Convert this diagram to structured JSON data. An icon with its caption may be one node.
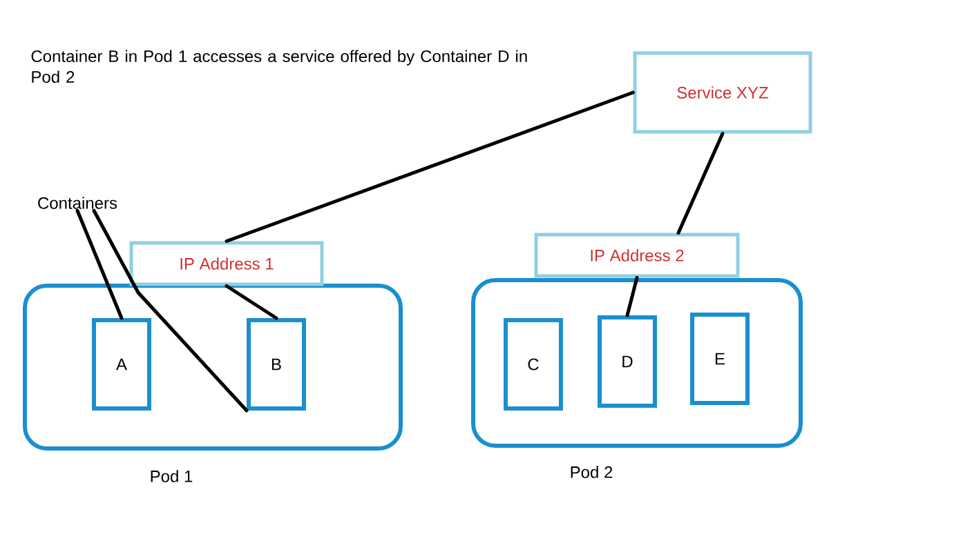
{
  "diagram": {
    "title": "Container B in Pod 1 accesses a service offered by Container D in Pod 2",
    "nodes": [
      {
        "text": [
          "Pod 1"
        ]
      },
      {
        "text": [
          "IP Address 1"
        ]
      },
      {
        "text": [
          "A"
        ],
        "in": 0
      },
      {
        "text": [
          "B"
        ],
        "in": 0
      },
      {
        "text": [
          "Pod 2"
        ]
      },
      {
        "text": [
          "IP Address 2"
        ]
      },
      {
        "text": [
          "C"
        ],
        "in": 4
      },
      {
        "text": [
          "D"
        ],
        "in": 4
      },
      {
        "text": [
          "E"
        ],
        "in": 4
      },
      {
        "text": [
          "Service XYZ"
        ]
      },
      {
        "text": [
          "Containers"
        ]
      }
    ],
    "edges": [
      {
        "from": 10,
        "to": 2,
        "arrow": "none"
      },
      {
        "from": 10,
        "to": 3,
        "arrow": "none"
      },
      {
        "from": 1,
        "to": 3,
        "arrow": "none"
      },
      {
        "from": 1,
        "to": 9,
        "arrow": "none"
      },
      {
        "from": 5,
        "to": 7,
        "arrow": "none"
      },
      {
        "from": 5,
        "to": 9,
        "arrow": "none"
      }
    ]
  }
}
